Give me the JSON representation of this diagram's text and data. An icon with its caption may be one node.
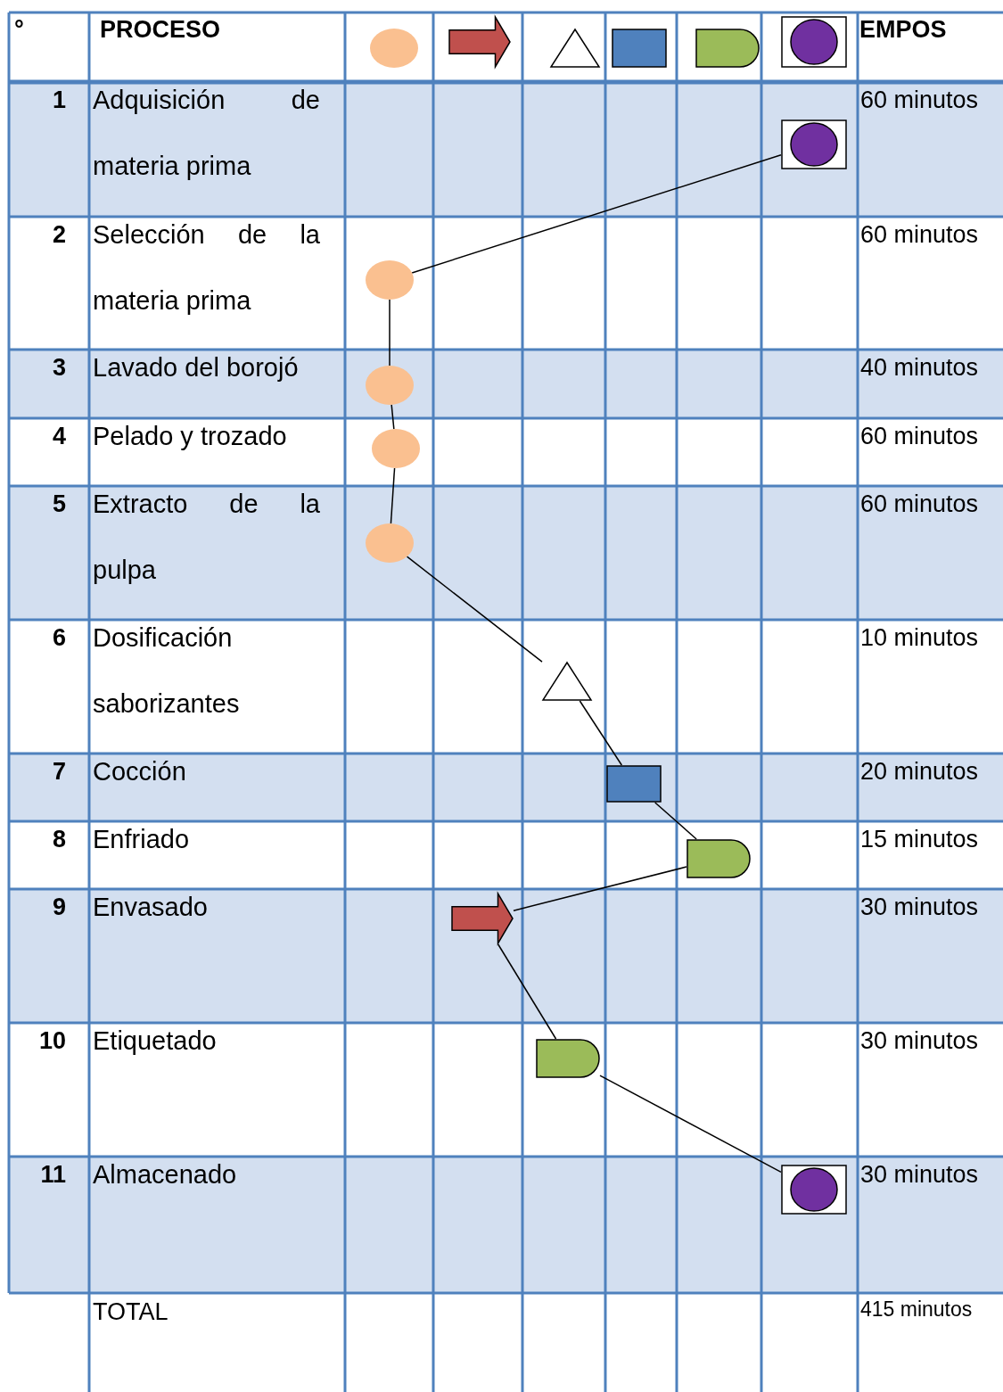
{
  "diagram": {
    "nodes": [
      {
        "text": [],
        "shape": "framed-circle"
      },
      {
        "text": [],
        "shape": "circle"
      },
      {
        "text": [],
        "shape": "circle"
      },
      {
        "text": [],
        "shape": "circle"
      },
      {
        "text": [],
        "shape": "circle"
      },
      {
        "text": [],
        "shape": "triangle"
      },
      {
        "text": [],
        "shape": "box"
      },
      {
        "text": [],
        "shape": "semicircle"
      },
      {
        "text": [],
        "shape": "arrow"
      },
      {
        "text": [],
        "shape": "semicircle"
      },
      {
        "text": [],
        "shape": "framed-circle"
      }
    ],
    "edges": [
      {
        "from": 0,
        "to": 1,
        "arrow": "none"
      },
      {
        "from": 1,
        "to": 2,
        "arrow": "none"
      },
      {
        "from": 2,
        "to": 3,
        "arrow": "none"
      },
      {
        "from": 3,
        "to": 4,
        "arrow": "none"
      },
      {
        "from": 4,
        "to": 5,
        "arrow": "none"
      },
      {
        "from": 5,
        "to": 6,
        "arrow": "none"
      },
      {
        "from": 6,
        "to": 7,
        "arrow": "none"
      },
      {
        "from": 7,
        "to": 8,
        "arrow": "none"
      },
      {
        "from": 8,
        "to": 9,
        "arrow": "none"
      },
      {
        "from": 9,
        "to": 10,
        "arrow": "none"
      }
    ],
    "labels": [
      "°",
      "PROCESO",
      "EMPOS",
      "1",
      "Adquisición de materia prima",
      "60 minutos",
      "2",
      "Selección de la materia prima",
      "60 minutos",
      "3",
      "Lavado del borojó",
      "40 minutos",
      "4",
      "Pelado y trozado",
      "60 minutos",
      "5",
      "Extracto de la pulpa",
      "60 minutos",
      "6",
      "Dosificación saborizantes",
      "10 minutos",
      "7",
      "Cocción",
      "20 minutos",
      "8",
      "Enfriado",
      "15 minutos",
      "9",
      "Envasado",
      "30 minutos",
      "10",
      "Etiquetado",
      "30 minutos",
      "11",
      "Almacenado",
      "30 minutos",
      "TOTAL",
      "415 minutos"
    ]
  }
}
